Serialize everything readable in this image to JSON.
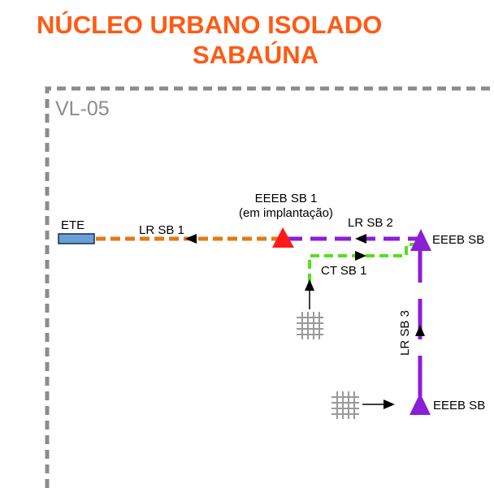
{
  "title": {
    "line1": "NÚCLEO URBANO ISOLADO",
    "line2": "SABAÚNA"
  },
  "frame_label": "VL-05",
  "nodes": {
    "ete": "ETE",
    "eeeb1_name": "EEEB SB 1",
    "eeeb1_status": "(em implantação)",
    "eeeb2": "EEEB SB",
    "eeeb3": "EEEB SB"
  },
  "lines": {
    "lr1": "LR SB 1",
    "lr2": "LR SB 2",
    "lr3": "LR SB 3",
    "ct1": "CT SB 1"
  },
  "colors": {
    "title": "#ff5a14",
    "frame": "#8c8c8c",
    "lr1_line": "#e07b1a",
    "lr2_line": "#8a1fd6",
    "ct1_line": "#55e01e",
    "eeeb1_marker": "#ff1a1a",
    "eeeb_marker": "#8a1fd6",
    "ete_fill": "#6a9fd8"
  },
  "icons": [
    "treatment-plant-icon",
    "pump-station-icon",
    "collection-grid-icon",
    "flow-arrow-icon"
  ]
}
